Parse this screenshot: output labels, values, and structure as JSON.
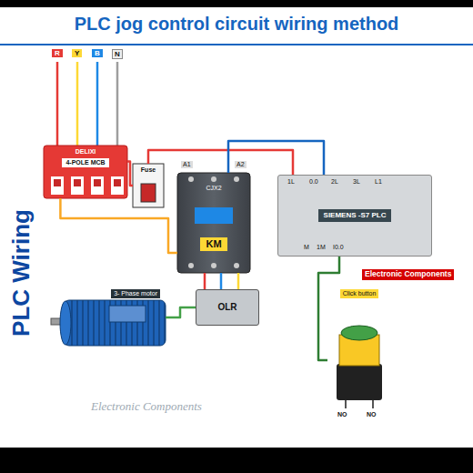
{
  "diagram": {
    "title": "PLC jog control circuit wiring method",
    "nodes": [
      {
        "text": [
          "DELIXI",
          "4-POLE MCB"
        ]
      },
      {
        "text": [
          "Fuse"
        ]
      },
      {
        "text": [
          "CJX2",
          "KM"
        ]
      },
      {
        "text": [
          "OLR"
        ]
      },
      {
        "text": [
          "3- Phase motor"
        ]
      },
      {
        "text": [
          "SIEMENS -S7 PLC"
        ]
      },
      {
        "text": [
          "Click button"
        ]
      }
    ],
    "edges": [
      {
        "from": 0,
        "to": 1,
        "arrow": "none"
      },
      {
        "from": 0,
        "to": 2,
        "arrow": "none"
      },
      {
        "from": 2,
        "to": 3,
        "arrow": "none"
      },
      {
        "from": 3,
        "to": 4,
        "arrow": "none"
      },
      {
        "from": 1,
        "to": 5,
        "arrow": "none"
      },
      {
        "from": 5,
        "to": 2,
        "arrow": "none"
      },
      {
        "from": 5,
        "to": 6,
        "arrow": "none"
      }
    ],
    "labels": [
      "PLC Wiring",
      "R",
      "Y",
      "B",
      "N",
      "A1",
      "A2",
      "1L",
      "0.0",
      "2L",
      "3L",
      "L1",
      "M",
      "1M",
      "I0.0",
      "NO",
      "NO",
      "Electronic Components",
      "Electronic Components"
    ]
  }
}
